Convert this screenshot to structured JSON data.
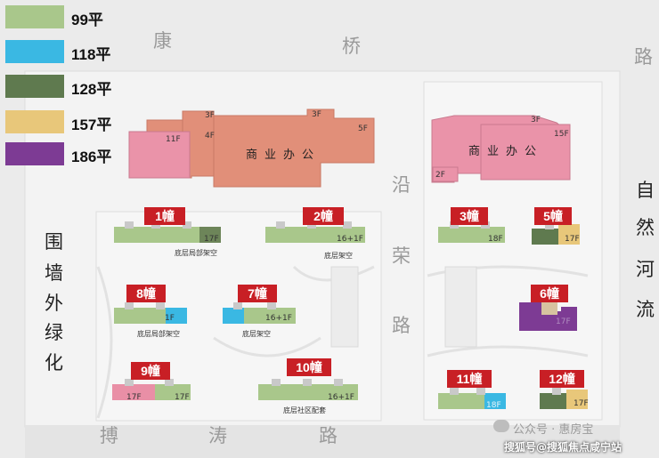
{
  "legend": [
    {
      "label": "99平",
      "color": "#a9c78b"
    },
    {
      "label": "118平",
      "color": "#3ab8e3"
    },
    {
      "label": "128平",
      "color": "#5f7a4f"
    },
    {
      "label": "157平",
      "color": "#e8c77a"
    },
    {
      "label": "186平",
      "color": "#7d3b94"
    }
  ],
  "roads": {
    "top": [
      "康",
      "桥",
      "路"
    ],
    "middle": [
      "沿",
      "荣",
      "路"
    ],
    "left": [
      "围",
      "墙",
      "外",
      "绿",
      "化"
    ],
    "right": [
      "自",
      "然",
      "河",
      "流"
    ],
    "bottom": [
      "搏",
      "涛",
      "路"
    ]
  },
  "commercial": {
    "west": {
      "label": "商业办公",
      "floors": [
        "3F",
        "3F",
        "4F",
        "11F",
        "5F"
      ],
      "color": "#e08f7a"
    },
    "east": {
      "label": "商业办公",
      "floors": [
        "3F",
        "15F",
        "2F"
      ],
      "color": "#e98fa6"
    }
  },
  "buildings": [
    {
      "id": "b1",
      "label": "1幢",
      "floor": "17F",
      "note": "底层局部架空"
    },
    {
      "id": "b2",
      "label": "2幢",
      "floor": "16+1F",
      "note": "底层架空"
    },
    {
      "id": "b3",
      "label": "3幢",
      "floor": "18F",
      "note": ""
    },
    {
      "id": "b5",
      "label": "5幢",
      "floor": "17F",
      "note": ""
    },
    {
      "id": "b6",
      "label": "6幢",
      "floor": "17F",
      "note": ""
    },
    {
      "id": "b7",
      "label": "7幢",
      "floor": "16+1F",
      "note": "底层架空"
    },
    {
      "id": "b8",
      "label": "8幢",
      "floor": "1F",
      "note": "底层局部架空"
    },
    {
      "id": "b9",
      "label": "9幢",
      "floor": "17F",
      "floor2": "17F",
      "note": ""
    },
    {
      "id": "b10",
      "label": "10幢",
      "floor": "16+1F",
      "note": "底层社区配套"
    },
    {
      "id": "b11",
      "label": "11幢",
      "floor": "18F",
      "note": ""
    },
    {
      "id": "b12",
      "label": "12幢",
      "floor": "17F",
      "note": ""
    }
  ],
  "watermarks": {
    "wechat": "公众号 · 惠房宝",
    "sohu": "搜狐号@搜狐焦点咸宁站"
  }
}
